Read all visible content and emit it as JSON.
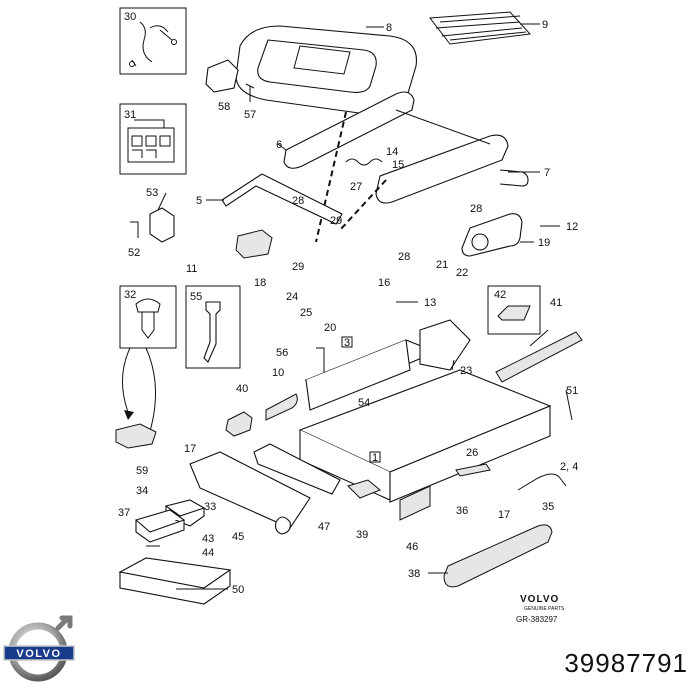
{
  "diagram": {
    "callouts": [
      "1",
      "2, 4",
      "3",
      "5",
      "6",
      "7",
      "8",
      "9",
      "10",
      "11",
      "12",
      "13",
      "14",
      "15",
      "16",
      "17",
      "17",
      "18",
      "19",
      "20",
      "21",
      "22",
      "23",
      "24",
      "25",
      "26",
      "27",
      "28",
      "28",
      "28",
      "29",
      "29",
      "30",
      "31",
      "32",
      "33",
      "34",
      "35",
      "36",
      "37",
      "38",
      "39",
      "40",
      "41",
      "42",
      "43",
      "44",
      "45",
      "46",
      "47",
      "50",
      "51",
      "52",
      "53",
      "54",
      "55",
      "56",
      "57",
      "58",
      "59"
    ],
    "logo_small": {
      "brand": "VOLVO",
      "tagline": "GENUINE PARTS"
    },
    "drawing_ref": "GR-383297"
  },
  "brand_logo": {
    "text": "VOLVO",
    "color": "#1a3a8c"
  },
  "part_number": "39987791"
}
